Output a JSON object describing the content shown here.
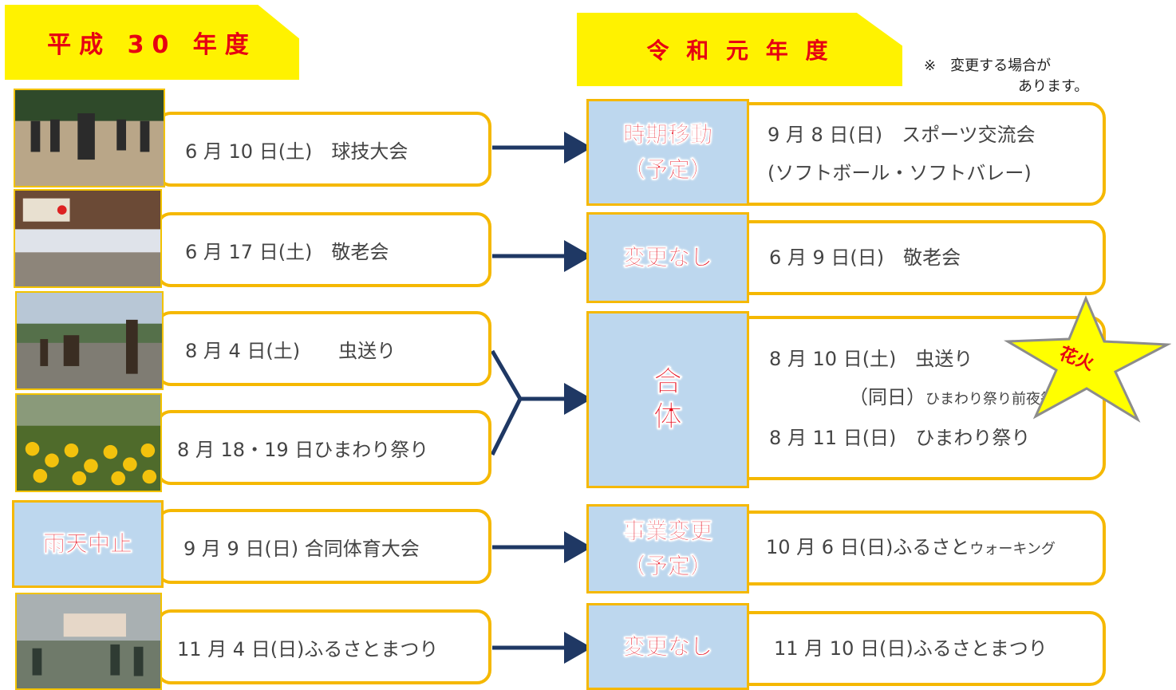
{
  "header": {
    "left_title": "平成 30 年度",
    "right_title": "令 和 元 年 度",
    "note_line1": "※　変更する場合が",
    "note_line2": "あります。"
  },
  "old_events": [
    {
      "label": "6 月 10 日(土)　球技大会",
      "photo": "sports-field-photo"
    },
    {
      "label": "6 月 17 日(土)　敬老会",
      "photo": "hall-gathering-photo"
    },
    {
      "label": "8 月 4 日(土)　　虫送り",
      "photo": "festival-parade-photo"
    },
    {
      "label": "8 月 18・19 日ひまわり祭り",
      "photo": "sunflower-field-photo"
    },
    {
      "label": "9 月 9 日(日) 合同体育大会",
      "status": "雨天中止"
    },
    {
      "label": "11 月 4 日(日)ふるさとまつり",
      "photo": "town-festival-photo"
    }
  ],
  "statuses": {
    "s1_line1": "時期移動",
    "s1_line2": "（予定）",
    "s2": "変更なし",
    "s3": "合　体",
    "s4_line1": "事業変更",
    "s4_line2": "（予定）",
    "s5": "変更なし"
  },
  "new_events": {
    "e1_line1": "9 月 8 日(日)　スポーツ交流会",
    "e1_line2": "(ソフトボール・ソフトバレー)",
    "e2": "6 月 9 日(日)　敬老会",
    "e3_line1": "8 月 10 日(土)　虫送り",
    "e3_line2a": "（同日）",
    "e3_line2b": "ひまわり祭り前夜祭",
    "e3_line3": "8 月 11 日(日)　ひまわり祭り",
    "e4a": "10 月 6 日(日)ふるさと",
    "e4b": "ウォーキング",
    "e5": "11 月 10 日(日)ふるさとまつり"
  },
  "star": {
    "label": "花火"
  },
  "colors": {
    "banner": "#fff200",
    "border": "#f5b800",
    "status_bg": "#bdd7ee",
    "red": "#e60012",
    "arrow": "#1f3864"
  }
}
